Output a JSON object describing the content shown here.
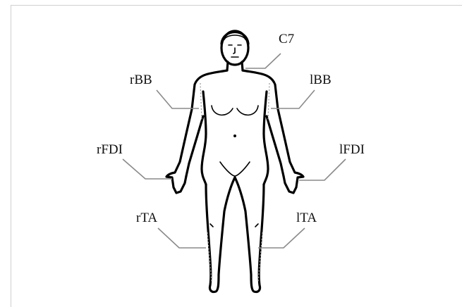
{
  "electrode_labels": {
    "c7": "C7",
    "rbb": "rBB",
    "lbb": "lBB",
    "rfdi": "rFDI",
    "lfdi": "lFDI",
    "rta": "rTA",
    "lta": "lTA"
  },
  "colors": {
    "body_outline": "#000000",
    "leader_lines": "#8a8a8a",
    "muscle_outline": "#9a9a9a",
    "frame_border": "#cfcfcf"
  }
}
